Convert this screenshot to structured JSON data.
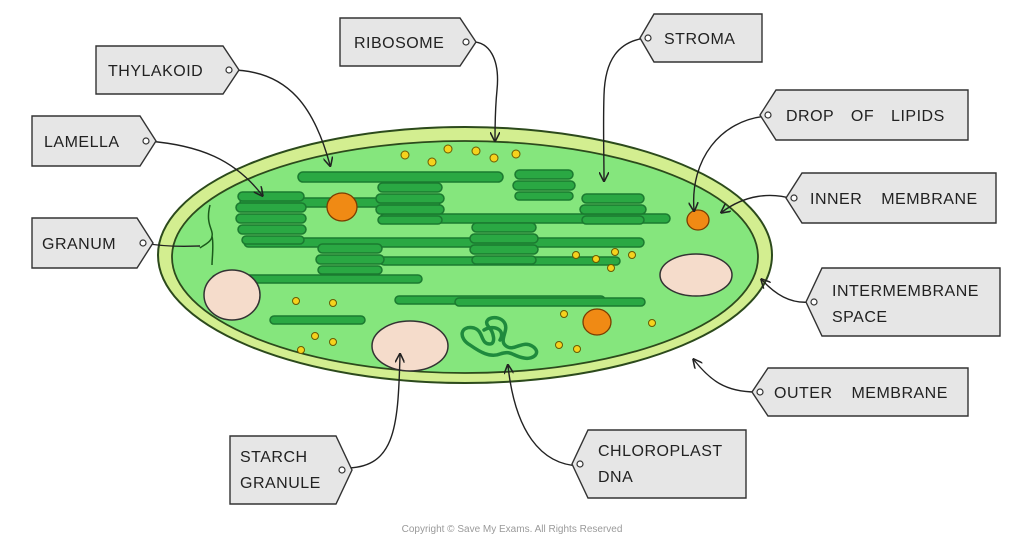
{
  "labels": {
    "ribosome": "RIBOSOME",
    "stroma": "STROMA",
    "thylakoid": "THYLAKOID",
    "drop_of_lipids": "DROP OF LIPIDS",
    "lamella": "LAMELLA",
    "inner_membrane": "INNER MEMBRANE",
    "granum": "GRANUM",
    "intermembrane_space_1": "INTERMEMBRANE",
    "intermembrane_space_2": "SPACE",
    "outer_membrane": "OUTER MEMBRANE",
    "starch_granule_1": "STARCH",
    "starch_granule_2": "GRANULE",
    "chloroplast_dna_1": "CHLOROPLAST",
    "chloroplast_dna_2": "DNA"
  },
  "copyright": "Copyright © Save My Exams. All Rights Reserved",
  "colors": {
    "outer_membrane": "#d3ee90",
    "stroma": "#85e67d",
    "thylakoid": "#2aa843",
    "thylakoid_stroke": "#1b7a30",
    "starch": "#f5dccb",
    "lipid": "#f08a14",
    "ribosome": "#f5d21d",
    "dna": "#1f8a3d",
    "tag_fill": "#e6e6e6",
    "tag_stroke": "#333333"
  }
}
